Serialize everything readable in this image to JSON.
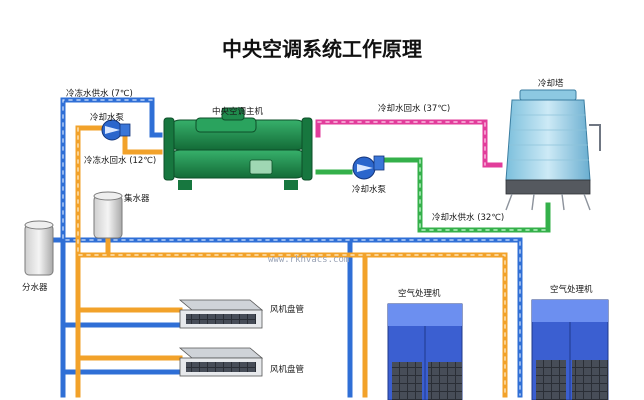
{
  "diagram": {
    "title": "中央空调系统工作原理",
    "labels": {
      "chilled_supply": "冷冻水供水 (7℃)",
      "chilled_pump": "冷却水泵",
      "chilled_return": "冷冻水回水 (12℃)",
      "chiller": "中央空调主机",
      "cooling_return": "冷却水回水 (37℃)",
      "cooling_tower": "冷却塔",
      "cooling_pump": "冷却水泵",
      "cooling_supply": "冷却水供水 (32℃)",
      "collector": "集水器",
      "distributor": "分水器",
      "fan_coil_1": "风机盘管",
      "fan_coil_2": "风机盘管",
      "ahu_1": "空气处理机",
      "ahu_2": "空气处理机",
      "watermark": "www.rkhvacs.com"
    },
    "colors": {
      "chilled_supply_pipe": "#2f6fd6",
      "chilled_return_pipe": "#f2a22a",
      "cooling_return_pipe": "#e23d9b",
      "cooling_supply_pipe": "#34b04a",
      "chiller_body": "#1f8a4c",
      "tower_body": "#9fd2e8",
      "ahu_body": "#3b5fd1"
    }
  }
}
